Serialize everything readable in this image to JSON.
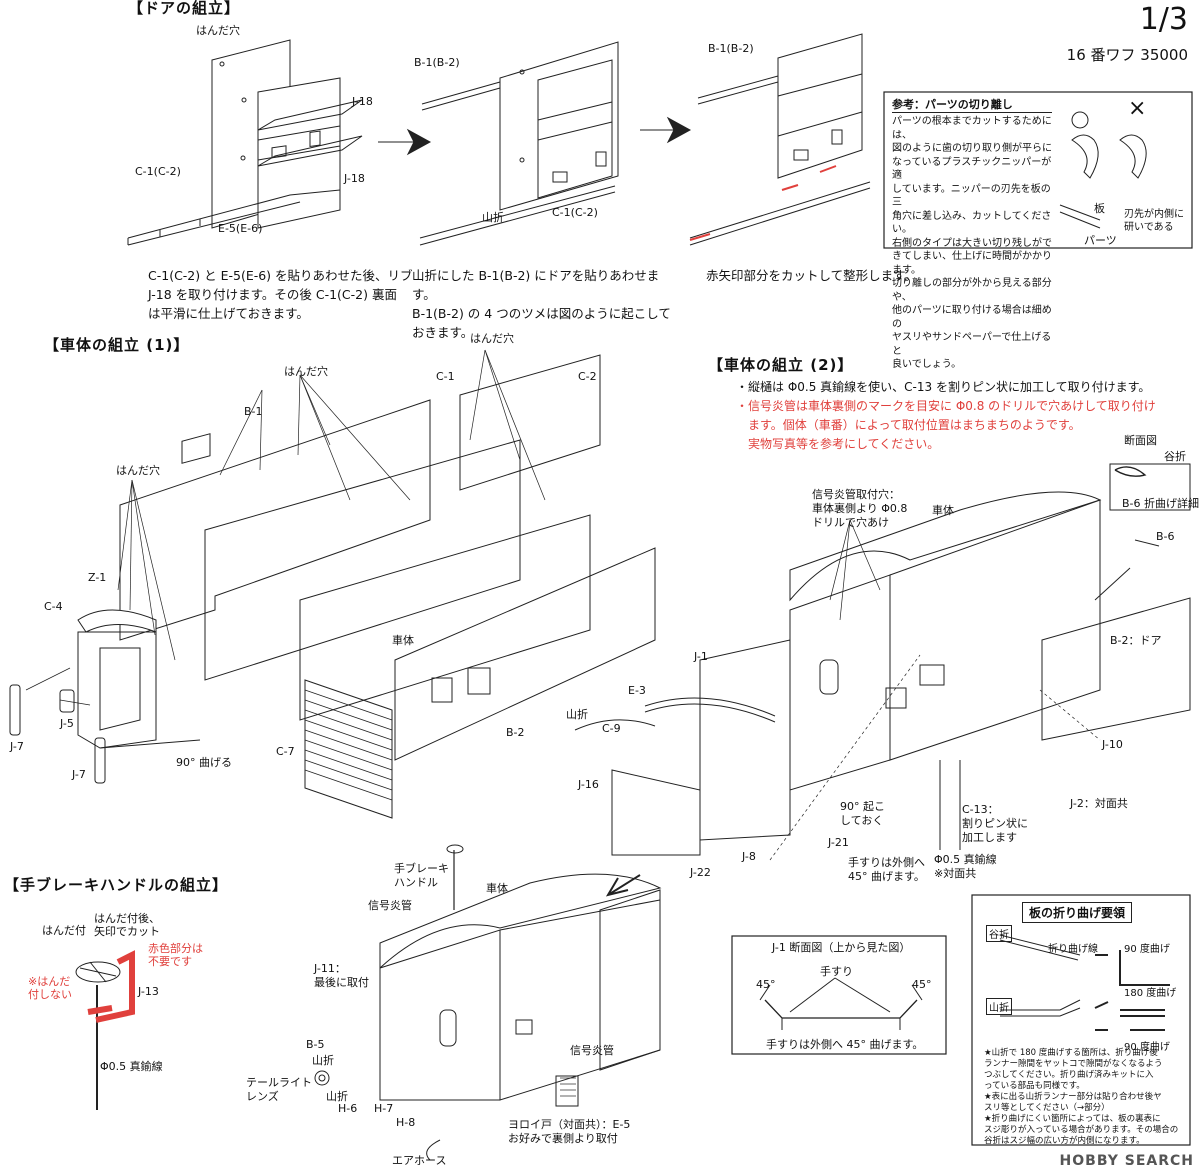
{
  "header": {
    "page": "1/3",
    "product": "16 番ワフ 35000"
  },
  "door": {
    "title": "【ドアの組立】",
    "labels": {
      "solder": "はんだ穴",
      "j18a": "J-18",
      "j18b": "J-18",
      "c1": "C-1(C-2)",
      "e5": "E-5(E-6)",
      "b1a": "B-1(B-2)",
      "yamaori": "山折",
      "c1b": "C-1(C-2)",
      "b1b": "B-1(B-2)"
    },
    "captions": {
      "c1_line1": "C-1(C-2) と E-5(E-6) を貼りあわせた後、リブ",
      "c1_line2": "J-18 を取り付けます。その後 C-1(C-2) 裏面",
      "c1_line3": "は平滑に仕上げておきます。",
      "b1_line1": "山折にした B-1(B-2) にドアを貼りあわせます。",
      "b1_line2": "B-1(B-2) の 4 つのツメは図のように起こして",
      "b1_line3": "おきます。",
      "cut": "赤矢印部分をカットして整形します。"
    }
  },
  "ref_note": {
    "title": "参考：パーツの切り離し",
    "lines": [
      "パーツの根本までカットするためには、",
      "図のように歯の切り取り側が平らに",
      "なっているプラスチックニッパーが適",
      "しています。ニッパーの刃先を板の三",
      "角穴に差し込み、カットしてください。",
      "右側のタイプは大きい切り残しがで",
      "きてしまい、仕上げに時間がかかります。",
      "",
      "切り離しの部分が外から見える部分や、",
      "他のパーツに取り付ける場合は細めの",
      "ヤスリやサンドペーパーで仕上げると",
      "良いでしょう。"
    ],
    "cross": "×",
    "ita": "板",
    "parts": "パーツ",
    "warn_line1": "刃先が内側に",
    "warn_line2": "研いである"
  },
  "body1": {
    "title": "【車体の組立 (1)】",
    "labels": {
      "solder_a": "はんだ穴",
      "solder_b": "はんだ穴",
      "solder_c": "はんだ穴",
      "b1": "B-1",
      "c1": "C-1",
      "c2": "C-2",
      "z1": "Z-1",
      "c4": "C-4",
      "j5": "J-5",
      "j7a": "J-7",
      "j7b": "J-7",
      "bend90": "90° 曲げる",
      "c7": "C-7",
      "shatai": "車体",
      "b2": "B-2"
    }
  },
  "body2": {
    "title": "【車体の組立 (2)】",
    "notes": {
      "n1": "・縦樋は Φ0.5 真鍮線を使い、C-13 を割りピン状に加工して取り付けます。",
      "n2a": "・信号炎管は車体裏側のマークを目安に Φ0.8 のドリルで穴あけして取り付け",
      "n2b": "ます。個体（車番）によって取付位置はまちまちのようです。",
      "n2c": "実物写真等を参考にしてください。"
    },
    "labels": {
      "signal_hole1": "信号炎管取付穴：",
      "signal_hole2": "車体裏側より Φ0.8",
      "signal_hole3": "ドリルで穴あけ",
      "shatai": "車体",
      "section": "断面図",
      "taniori": "谷折",
      "b6": "B-6",
      "b6detail": "B-6 折曲げ詳細",
      "b2door": "B-2：ドア",
      "j1": "J-1",
      "e3": "E-3",
      "yamaori": "山折",
      "c9": "C-9",
      "j16": "J-16",
      "j10": "J-10",
      "j2": "J-2：対面共",
      "bend90a": "90° 起こ",
      "bend90b": "しておく",
      "j21": "J-21",
      "j8": "J-8",
      "j22": "J-22",
      "c13a": "C-13：",
      "c13b": "割りピン状に",
      "c13c": "加工します",
      "handrail1": "手すりは外側へ",
      "handrail2": "45° 曲げます。",
      "wire1": "Φ0.5 真鍮線",
      "wire2": "※対面共"
    }
  },
  "j1_section": {
    "title": "J-1 断面図（上から見た図）",
    "handrail": "手すり",
    "deg_l": "45°",
    "deg_r": "45°",
    "caption": "手すりは外側へ 45° 曲げます。"
  },
  "fold_box": {
    "title": "板の折り曲げ要領",
    "taniori": "谷折",
    "yamaori": "山折",
    "fold_line": "折り曲げ線",
    "deg90a": "90 度曲げ",
    "deg180": "180 度曲げ",
    "deg90b": "90 度曲げ",
    "note1": "★山折で 180 度曲げする箇所は、折り曲げ後",
    "note2": "ランナー隙間をヤットコで隙間がなくなるよう",
    "note3": "つぶしてください。折り曲げ済みキットに入",
    "note4": "っている部品も同様です。",
    "note5": "★表に出る山折ランナー部分は貼り合わせ後ヤ",
    "note6": "スリ等としてください（→部分）",
    "note7": "★折り曲げにくい箇所によっては、板の裏表に",
    "note8": "スジ彫りが入っている場合があります。その場合の",
    "note9": "谷折はスジ幅の広い方が内側になります。"
  },
  "brake": {
    "title": "【手ブレーキハンドルの組立】",
    "labels": {
      "solder": "はんだ付",
      "after1": "はんだ付後、",
      "after2": "矢印でカット",
      "red1": "赤色部分は",
      "red2": "不要です",
      "nosolder1": "※はんだ",
      "nosolder2": "付しない",
      "j13": "J-13",
      "wire": "Φ0.5 真鍮線"
    }
  },
  "final": {
    "labels": {
      "handle1": "手ブレーキ",
      "handle2": "ハンドル",
      "shatai": "車体",
      "signal": "信号炎管",
      "j11a": "J-11：",
      "j11b": "最後に取付",
      "b5": "B-5",
      "yamaori1": "山折",
      "tail1": "テールライト",
      "tail2": "レンズ",
      "yamaori2": "山折",
      "h6": "H-6",
      "h7": "H-7",
      "h8": "H-8",
      "signal2": "信号炎管",
      "yoroi1": "ヨロイ戸（対面共）：E-5",
      "yoroi2": "お好みで裏側より取付",
      "airhose": "エアホース"
    }
  },
  "watermark": "HOBBY SEARCH",
  "colors": {
    "red": "#e0403c",
    "line": "#222222"
  }
}
